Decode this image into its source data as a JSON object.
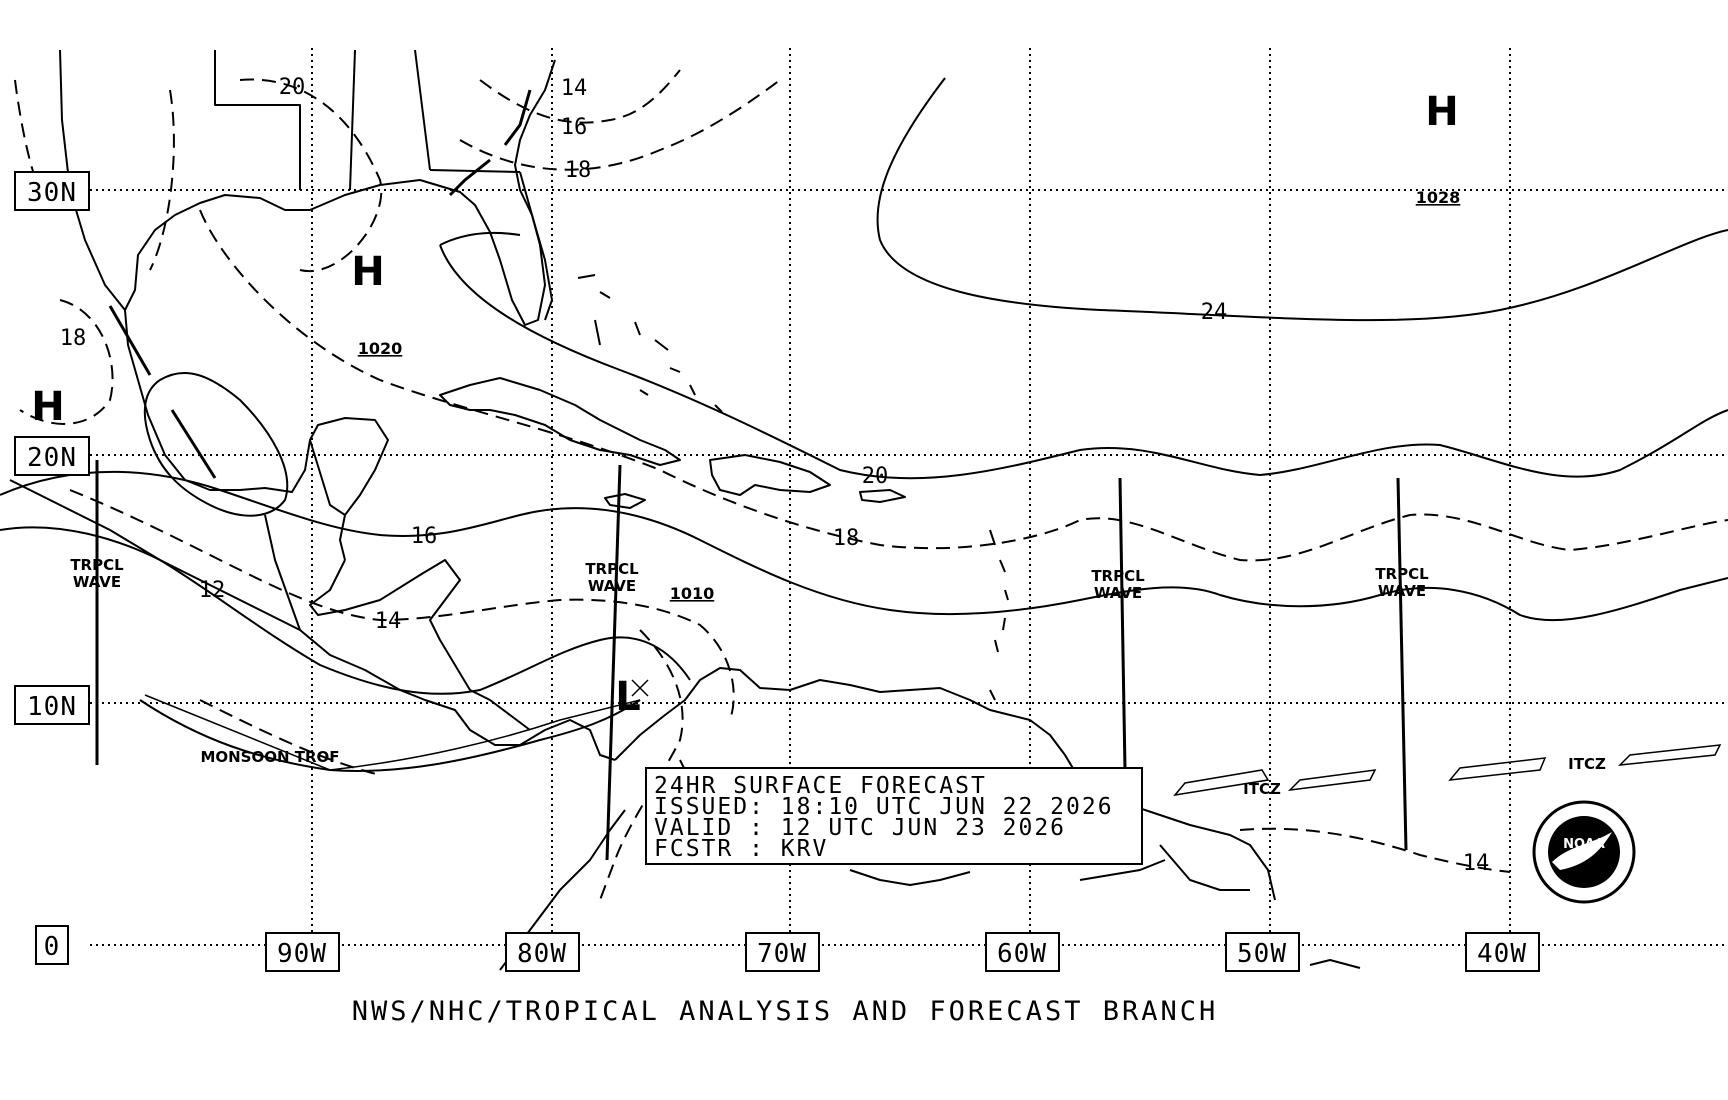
{
  "lat_labels": [
    "30N",
    "20N",
    "10N",
    "0"
  ],
  "lon_labels": [
    "90W",
    "80W",
    "70W",
    "60W",
    "50W",
    "40W"
  ],
  "pressure_systems": [
    {
      "type": "H",
      "value": "1020"
    },
    {
      "type": "H",
      "value": ""
    },
    {
      "type": "H",
      "value": "1028"
    },
    {
      "type": "L",
      "value": "1010"
    }
  ],
  "isobar_labels": [
    "20",
    "14",
    "16",
    "18",
    "18",
    "24",
    "20",
    "18",
    "16",
    "12",
    "14",
    "14"
  ],
  "features": {
    "tropical_wave_line1": "TRPCL",
    "tropical_wave_line2": "WAVE",
    "itcz": "ITCZ",
    "monsoon_trough": "MONSOON TROF"
  },
  "info_box": {
    "title": "24HR SURFACE FORECAST",
    "issued": "ISSUED: 18:10 UTC JUN 22 2026",
    "valid": "VALID : 12 UTC JUN 23 2026",
    "forecaster": "FCSTR : KRV"
  },
  "logo_text": "NOAA",
  "footer": "NWS/NHC/TROPICAL ANALYSIS AND FORECAST BRANCH"
}
